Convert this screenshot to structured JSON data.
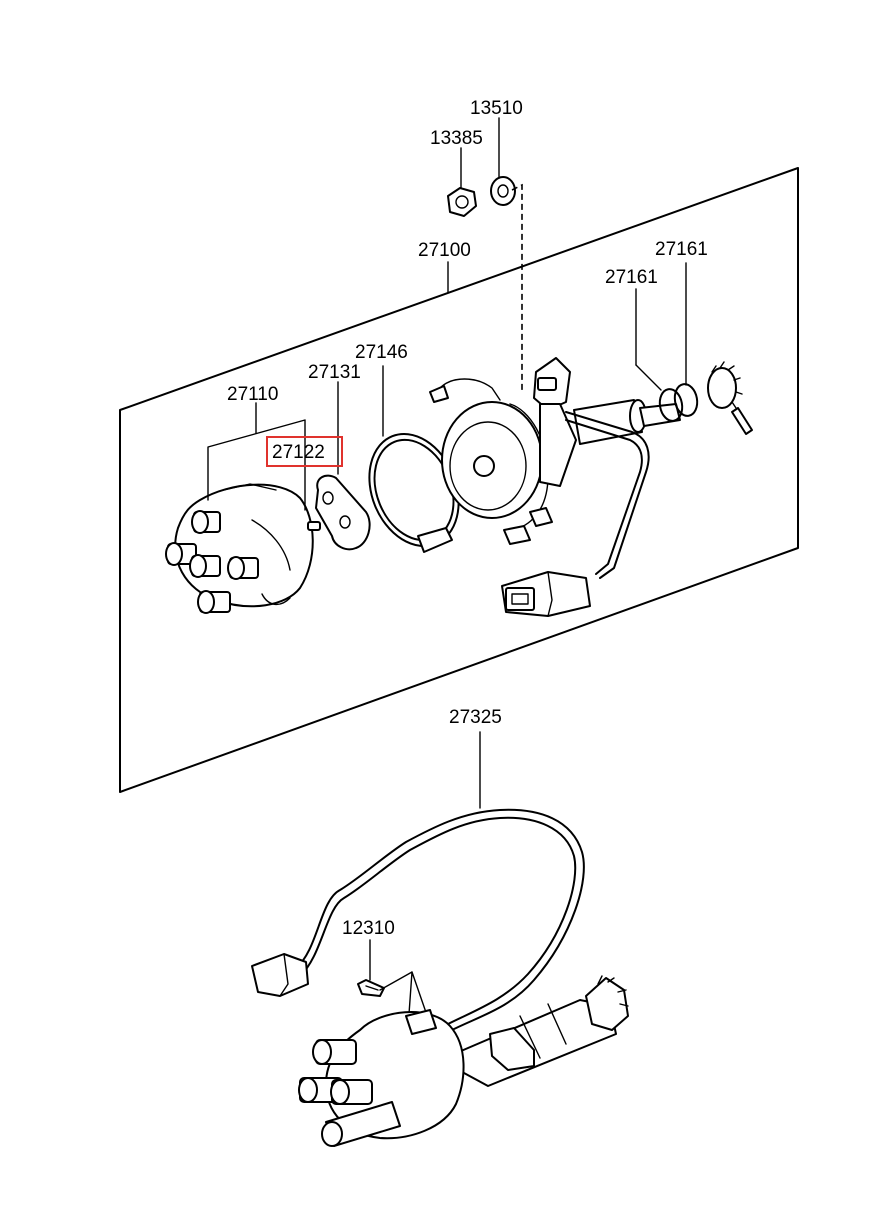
{
  "diagram": {
    "highlighted_part": "27122",
    "colors": {
      "highlight": "#e0322d",
      "line": "#000000",
      "background": "#ffffff"
    },
    "callouts": {
      "p13510": "13510",
      "p13385": "13385",
      "p27100": "27100",
      "p27161a": "27161",
      "p27161b": "27161",
      "p27110": "27110",
      "p27131": "27131",
      "p27146": "27146",
      "p27122": "27122",
      "p27325": "27325",
      "p12310": "12310"
    }
  }
}
